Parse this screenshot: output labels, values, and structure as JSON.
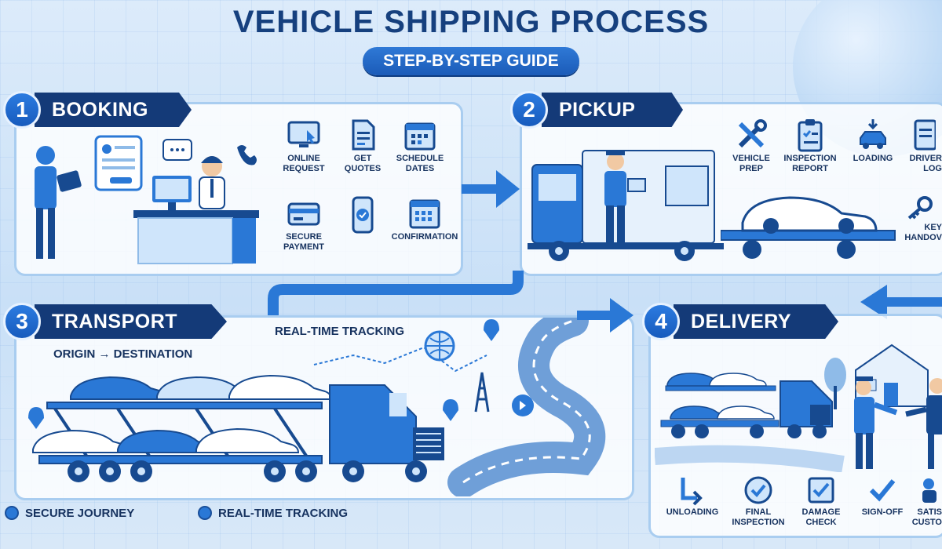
{
  "title": "VEHICLE SHIPPING PROCESS",
  "subtitle": "STEP-BY-STEP GUIDE",
  "steps": {
    "booking": {
      "number": "1",
      "label": "BOOKING",
      "icons": [
        {
          "label": "ONLINE\nREQUEST",
          "icon": "monitor-cursor-icon"
        },
        {
          "label": "GET\nQUOTES",
          "icon": "document-icon"
        },
        {
          "label": "SCHEDULE\nDATES",
          "icon": "calendar-icon"
        },
        {
          "label": "SECURE\nPAYMENT",
          "icon": "credit-card-icon"
        },
        {
          "label": "",
          "icon": "phone-check-icon"
        },
        {
          "label": "CONFIRMATION",
          "icon": "calendar-grid-icon"
        }
      ]
    },
    "pickup": {
      "number": "2",
      "label": "PICKUP",
      "icons": [
        {
          "label": "VEHICLE\nPREP",
          "icon": "tools-icon"
        },
        {
          "label": "INSPECTION\nREPORT",
          "icon": "clipboard-icon"
        },
        {
          "label": "LOADING",
          "icon": "car-load-icon"
        },
        {
          "label": "DRIVER\nLOG",
          "icon": "log-icon"
        },
        {
          "label": "KEY\nHANDOV",
          "icon": "key-icon"
        }
      ]
    },
    "transport": {
      "number": "3",
      "label": "TRANSPORT",
      "route_text": "ORIGIN → DESTINATION",
      "tracking_text": "REAL-TIME TRACKING",
      "bottom": [
        {
          "label": "SECURE JOURNEY"
        },
        {
          "label": "REAL-TIME TRACKING"
        }
      ]
    },
    "delivery": {
      "number": "4",
      "label": "DELIVERY",
      "icons": [
        {
          "label": "UNLOADING",
          "icon": "unload-arrow-icon"
        },
        {
          "label": "FINAL\nINSPECTION",
          "icon": "check-circle-icon"
        },
        {
          "label": "DAMAGE\nCHECK",
          "icon": "check-box-icon"
        },
        {
          "label": "SIGN-OFF",
          "icon": "checkmark-icon"
        },
        {
          "label": "SATIS\nCUSTO",
          "icon": "customer-icon"
        }
      ]
    }
  },
  "colors": {
    "navy": "#143a78",
    "accent": "#2a78d6",
    "light": "#a9cdf0"
  }
}
